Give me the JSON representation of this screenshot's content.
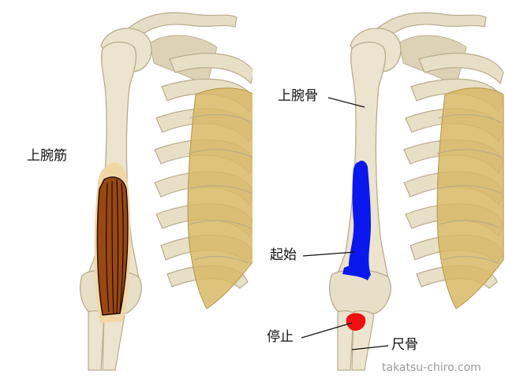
{
  "colors": {
    "bone": "#ece4cf",
    "bone_shade": "#cdbf9c",
    "cartilage": "#d8b866",
    "muscle": "#9a4812",
    "tendon": "#f1d7a6",
    "origin": "#0a18ee",
    "insertion": "#f01010",
    "credit": "#9a9a9a"
  },
  "left_panel": {
    "muscle_label": "上腕筋"
  },
  "right_panel": {
    "humerus_label": "上腕骨",
    "origin_label": "起始",
    "insertion_label": "停止",
    "ulna_label": "尺骨"
  },
  "credit": "takatsu-chiro.com"
}
